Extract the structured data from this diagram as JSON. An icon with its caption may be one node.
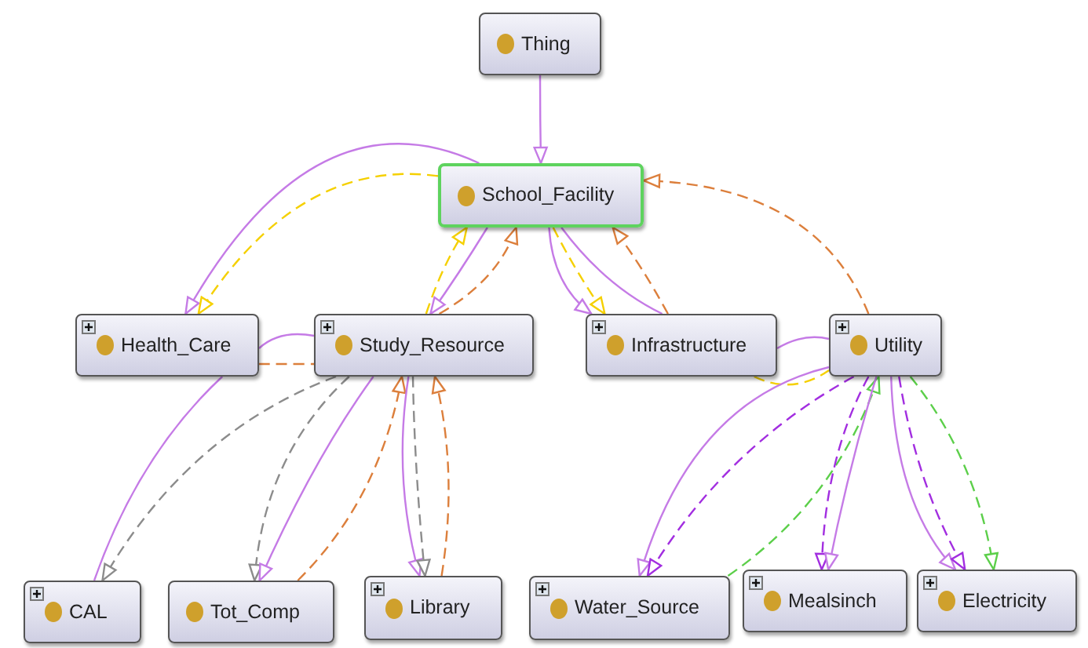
{
  "diagram": {
    "nodes": [
      {
        "text": [
          "Thing"
        ]
      },
      {
        "text": [
          "School_Facility"
        ]
      },
      {
        "text": [
          "Health_Care"
        ]
      },
      {
        "text": [
          "Study_Resource"
        ]
      },
      {
        "text": [
          "Infrastructure"
        ]
      },
      {
        "text": [
          "Utility"
        ]
      },
      {
        "text": [
          "CAL"
        ]
      },
      {
        "text": [
          "Tot_Comp"
        ]
      },
      {
        "text": [
          "Library"
        ]
      },
      {
        "text": [
          "Water_Source"
        ]
      },
      {
        "text": [
          "Mealsinch"
        ]
      },
      {
        "text": [
          "Electricity"
        ]
      }
    ],
    "edges": [
      {
        "from": 0,
        "to": 1,
        "arrow": "to"
      },
      {
        "from": 1,
        "to": 2,
        "arrow": "to"
      },
      {
        "from": 1,
        "to": 2,
        "arrow": "to",
        "style": "dashed",
        "color": "#f5d000"
      },
      {
        "from": 1,
        "to": 3,
        "arrow": "to"
      },
      {
        "from": 3,
        "to": 1,
        "arrow": "to",
        "style": "dashed",
        "color": "#f5d000"
      },
      {
        "from": 3,
        "to": 1,
        "arrow": "to",
        "style": "dashed",
        "color": "#dc7f3c"
      },
      {
        "from": 2,
        "to": 3,
        "arrow": "none",
        "style": "dashed",
        "color": "#dc7f3c"
      },
      {
        "from": 2,
        "to": 3,
        "arrow": "none"
      },
      {
        "from": 1,
        "to": 4,
        "arrow": "to"
      },
      {
        "from": 1,
        "to": 4,
        "arrow": "none"
      },
      {
        "from": 1,
        "to": 4,
        "arrow": "to",
        "style": "dashed",
        "color": "#f5d000"
      },
      {
        "from": 4,
        "to": 1,
        "arrow": "to",
        "style": "dashed",
        "color": "#dc7f3c"
      },
      {
        "from": 5,
        "to": 1,
        "arrow": "to",
        "style": "dashed",
        "color": "#dc7f3c"
      },
      {
        "from": 4,
        "to": 5,
        "arrow": "none"
      },
      {
        "from": 4,
        "to": 5,
        "arrow": "none",
        "style": "dashed",
        "color": "#f5d000"
      },
      {
        "from": 2,
        "to": 6,
        "arrow": "none"
      },
      {
        "from": 3,
        "to": 6,
        "arrow": "to",
        "style": "dashed",
        "color": "#8c8c8c"
      },
      {
        "from": 3,
        "to": 7,
        "arrow": "to",
        "style": "dashed",
        "color": "#8c8c8c"
      },
      {
        "from": 3,
        "to": 7,
        "arrow": "to"
      },
      {
        "from": 7,
        "to": 3,
        "arrow": "to",
        "style": "dashed",
        "color": "#dc7f3c"
      },
      {
        "from": 3,
        "to": 8,
        "arrow": "to"
      },
      {
        "from": 3,
        "to": 8,
        "arrow": "to",
        "style": "dashed",
        "color": "#8c8c8c"
      },
      {
        "from": 8,
        "to": 3,
        "arrow": "to",
        "style": "dashed",
        "color": "#dc7f3c"
      },
      {
        "from": 5,
        "to": 9,
        "arrow": "to"
      },
      {
        "from": 5,
        "to": 9,
        "arrow": "to",
        "style": "dashed",
        "color": "#a22ee0"
      },
      {
        "from": 9,
        "to": 5,
        "arrow": "to",
        "style": "dashed",
        "color": "#5ccf4a"
      },
      {
        "from": 5,
        "to": 10,
        "arrow": "to",
        "style": "dashed",
        "color": "#a22ee0"
      },
      {
        "from": 5,
        "to": 10,
        "arrow": "to"
      },
      {
        "from": 5,
        "to": 11,
        "arrow": "to"
      },
      {
        "from": 5,
        "to": 11,
        "arrow": "to",
        "style": "dashed",
        "color": "#a22ee0"
      },
      {
        "from": 5,
        "to": 11,
        "arrow": "to",
        "style": "dashed",
        "color": "#5ccf4a"
      }
    ]
  }
}
